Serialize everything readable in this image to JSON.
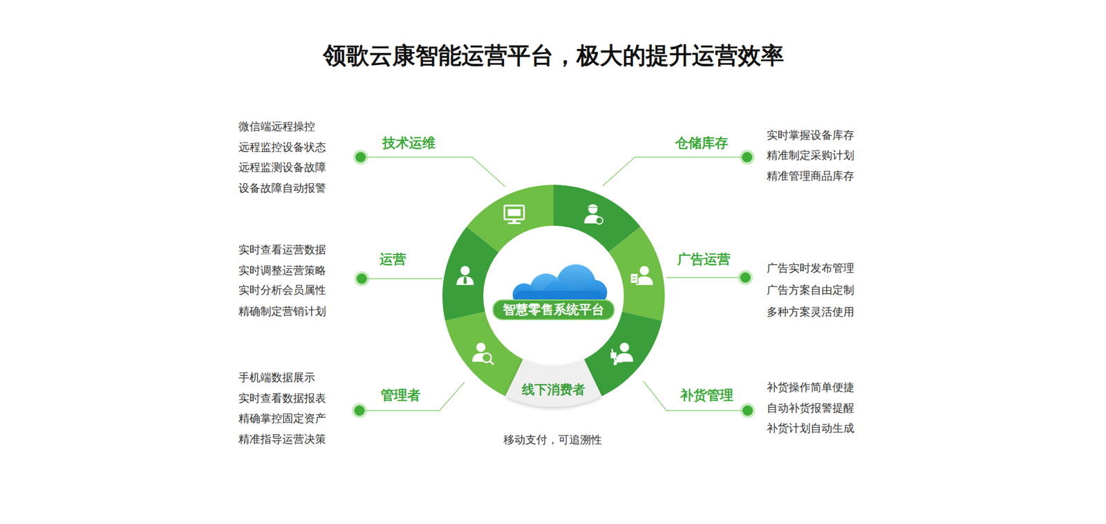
{
  "diagram": {
    "title": "领歌云康智能运营平台，极大的提升运营效率",
    "nodes": [
      {
        "text": [
          "智慧零售系统平台"
        ]
      },
      {
        "text": [
          "线下消费者"
        ]
      }
    ],
    "labels": [
      "微信端远程操控",
      "远程监控设备状态",
      "远程监测设备故障",
      "设备故障自动报警",
      "技术运维",
      "仓储库存",
      "实时掌握设备库存",
      "精准制定采购计划",
      "精准管理商品库存",
      "实时查看运营数据",
      "实时调整运营策略",
      "实时分析会员属性",
      "精确制定营销计划",
      "运营",
      "广告运营",
      "广告实时发布管理",
      "广告方案自由定制",
      "多种方案灵活使用",
      "手机端数据展示",
      "实时查看数据报表",
      "精确掌控固定资产",
      "精准指导运营决策",
      "管理者",
      "补货管理",
      "补货操作简单便捷",
      "自动补货报警提醒",
      "补货计划自动生成",
      "移动支付，可追溯性"
    ]
  }
}
